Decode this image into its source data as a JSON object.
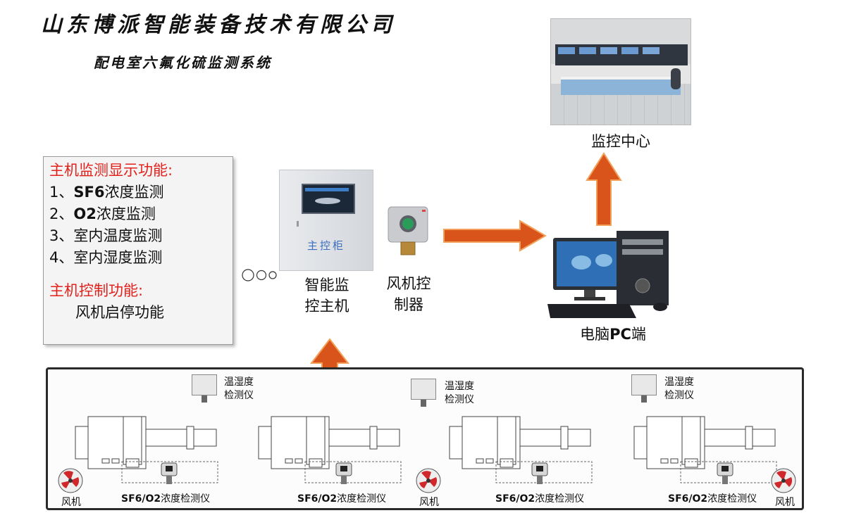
{
  "header": {
    "company": "山东博派智能装备技术有限公司",
    "system": "配电室六氟化硫监测系统"
  },
  "panel": {
    "display_title": "主机监测显示功能:",
    "display_items": [
      {
        "num": "1、",
        "bold": "SF6",
        "text": "浓度监测"
      },
      {
        "num": "2、",
        "bold": "O2",
        "text": "浓度监测"
      },
      {
        "num": "3、",
        "bold": "",
        "text": "室内温度监测"
      },
      {
        "num": "4、",
        "bold": "",
        "text": "室内湿度监测"
      }
    ],
    "control_title": "主机控制功能:",
    "control_item": "风机启停功能"
  },
  "devices": {
    "cabinet_label": "主控柜",
    "host_line1": "智能监",
    "host_line2": "控主机",
    "fan_ctrl_line1": "风机控",
    "fan_ctrl_line2": "制器",
    "monitor_center": "监控中心",
    "pc_prefix": "电脑",
    "pc_bold": "PC",
    "pc_suffix": "端"
  },
  "field": {
    "th_line1": "温湿度",
    "th_line2": "检测仪",
    "detector_bold": "SF6/O2",
    "detector_text": "浓度检测仪",
    "fan": "风机"
  },
  "colors": {
    "accent_red": "#e3201b",
    "arrow_orange": "#d9541a",
    "cabinet_text": "#3a6fbf"
  }
}
